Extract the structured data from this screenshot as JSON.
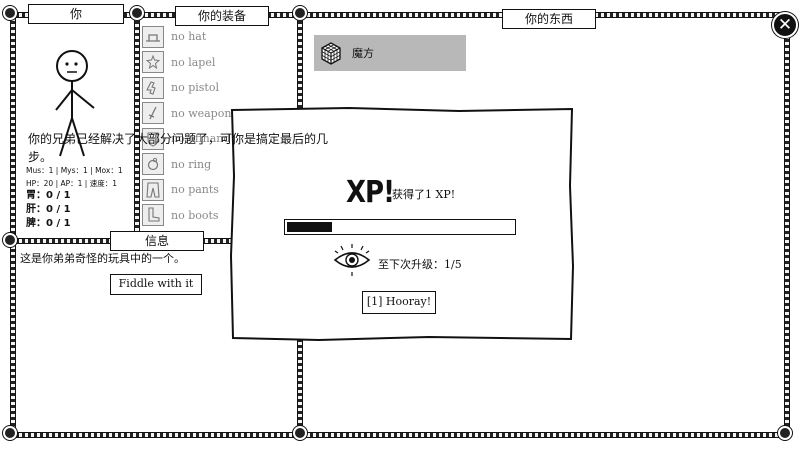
{
  "panels": {
    "you_title": "你",
    "equipment_title": "你的装备",
    "inventory_title": "你的东西",
    "info_title": "信息"
  },
  "character": {
    "stats_line1": "Mus：1 | Mys：1 | Mox：1",
    "stats_line2": "HP：20 | AP：1 | 速度：1",
    "organs": [
      "胃：0 / 1",
      "肝：0 / 1",
      "脾：0 / 1"
    ]
  },
  "equipment": [
    {
      "label": "no hat",
      "icon": "hat-icon"
    },
    {
      "label": "no lapel",
      "icon": "lapel-icon"
    },
    {
      "label": "no pistol",
      "icon": "pistol-icon"
    },
    {
      "label": "no weapon",
      "icon": "weapon-icon"
    },
    {
      "label": "no offhand",
      "icon": "offhand-icon"
    },
    {
      "label": "no ring",
      "icon": "ring-icon"
    },
    {
      "label": "no pants",
      "icon": "pants-icon"
    },
    {
      "label": "no boots",
      "icon": "boots-icon"
    }
  ],
  "inventory": {
    "items": [
      {
        "label": "魔方",
        "icon": "rubiks-cube-icon"
      }
    ]
  },
  "info": {
    "text": "这是你弟弟奇怪的玩具中的一个。",
    "action_button": "Fiddle with it"
  },
  "popup": {
    "message": "你的兄弟已经解决了大部分问题了，可你是搞定最后的几步。",
    "xp_title": "XP!",
    "xp_gained": "获得了1 XP!",
    "progress_fraction": 0.2,
    "next_level": "至下次升级：1/5",
    "confirm_button": "[1]  Hooray!"
  },
  "colors": {
    "ink": "#111111",
    "selected_item_bg": "#b8b8b8",
    "disabled_text": "#888888"
  }
}
